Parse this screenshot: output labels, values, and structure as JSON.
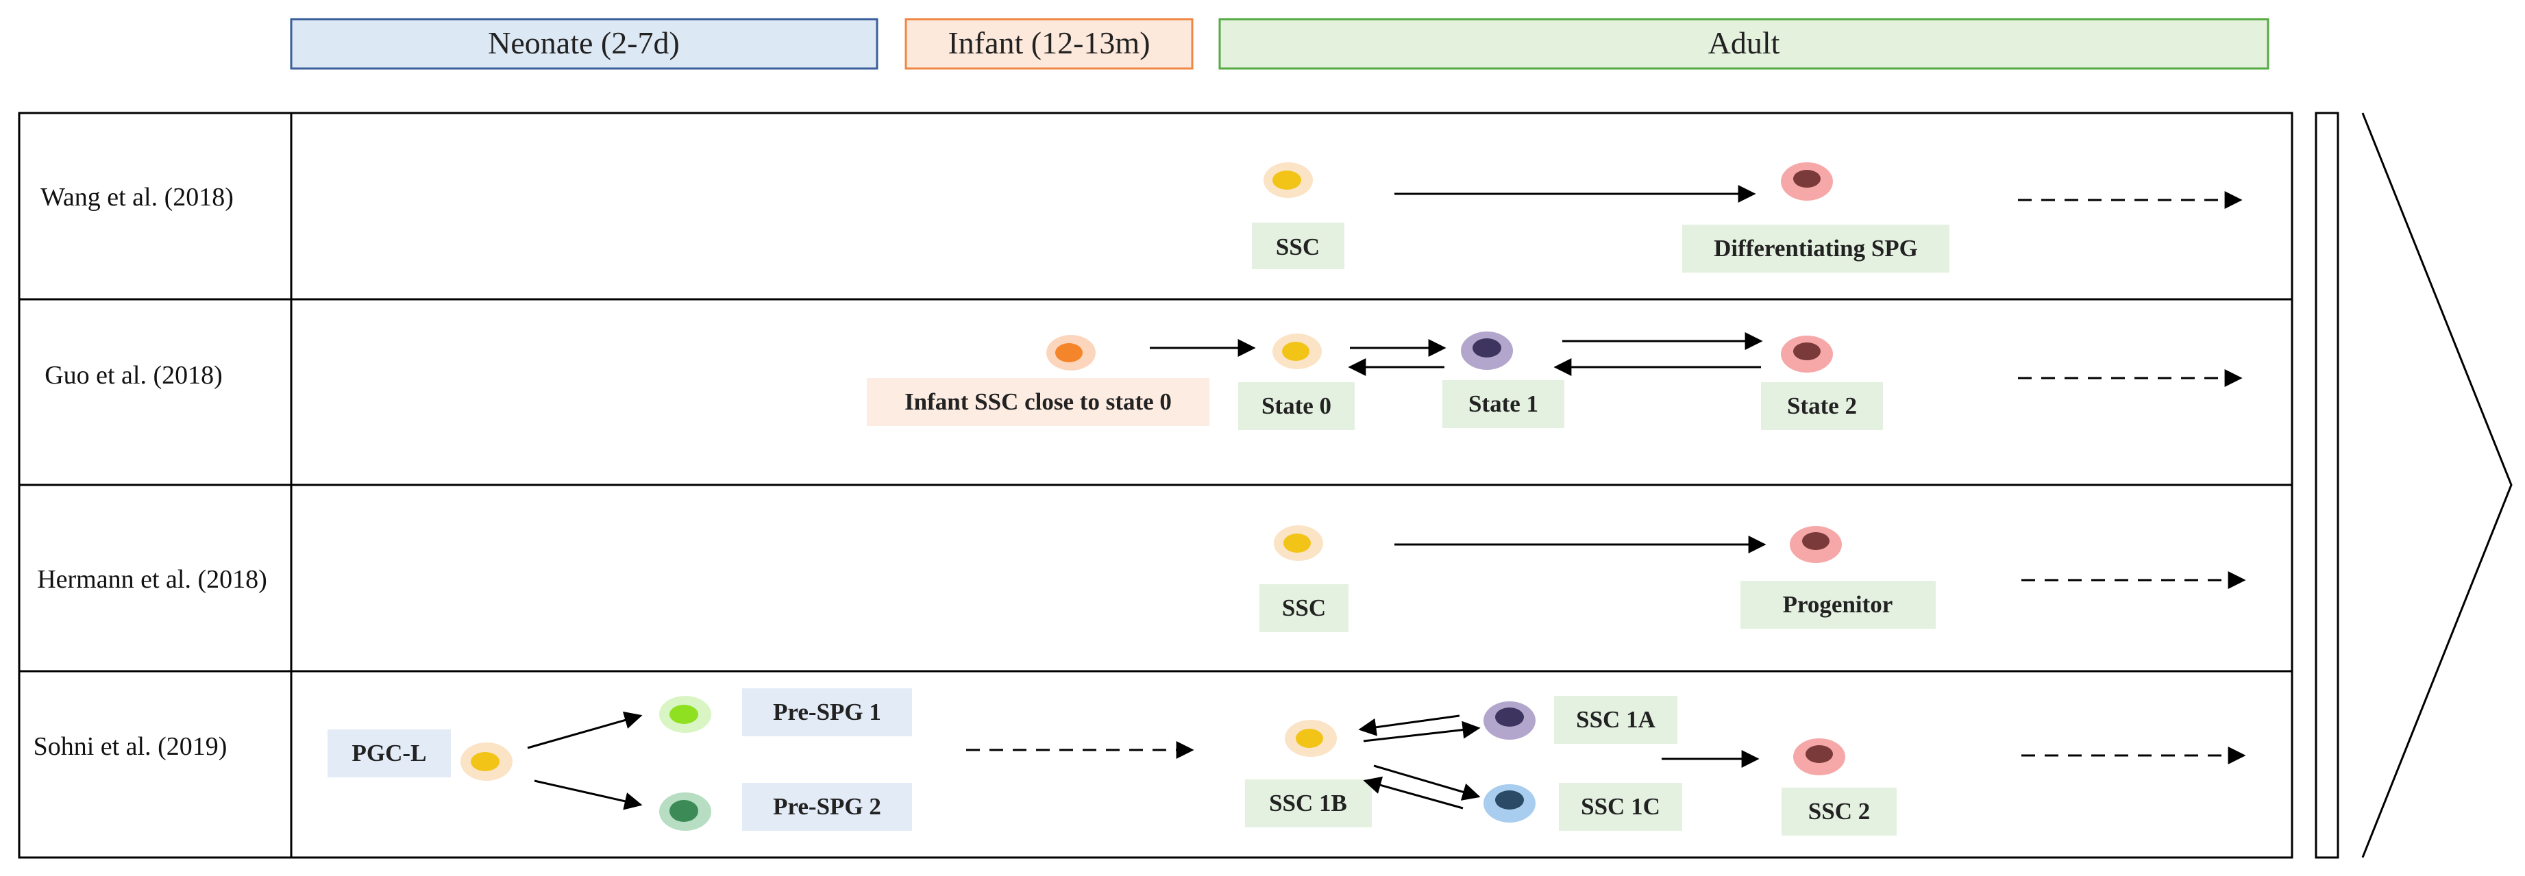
{
  "stages": [
    {
      "label": "Neonate  (2-7d)",
      "fill": "#dde8f5",
      "stroke": "#3a5f9a"
    },
    {
      "label": "Infant (12-13m)",
      "fill": "#fde9dc",
      "stroke": "#ee8844"
    },
    {
      "label": "Adult",
      "fill": "#e3f1dd",
      "stroke": "#55aa44"
    }
  ],
  "studies": [
    "Wang et al. (2018)",
    "Guo et al. (2018)",
    "Hermann et al. (2018)",
    "Sohni et al. (2019)"
  ],
  "cells": {
    "wang_ssc": "SSC",
    "wang_diff": "Differentiating SPG",
    "guo_infant": "Infant SSC close to state 0",
    "guo_state0": "State 0",
    "guo_state1": "State 1",
    "guo_state2": "State 2",
    "hermann_ssc": "SSC",
    "hermann_prog": "Progenitor",
    "sohni_pgcl": "PGC-L",
    "sohni_prespg1": "Pre-SPG 1",
    "sohni_prespg2": "Pre-SPG 2",
    "sohni_ssc1a": "SSC 1A",
    "sohni_ssc1b": "SSC 1B",
    "sohni_ssc1c": "SSC 1C",
    "sohni_ssc2": "SSC 2"
  },
  "colors": {
    "ssc_yellow": "#f2c418",
    "infant_orange": "#f5852a",
    "differentiating_red": "#f07878",
    "state1_purple": "#9a8bb8",
    "prespg1_green": "#8fe020",
    "prespg2_green": "#3c8a55",
    "ssc1c_blue": "#6aace0",
    "label_green": "#e4f1e0",
    "label_blue": "#e3ebf6",
    "label_peach": "#fdece2"
  }
}
